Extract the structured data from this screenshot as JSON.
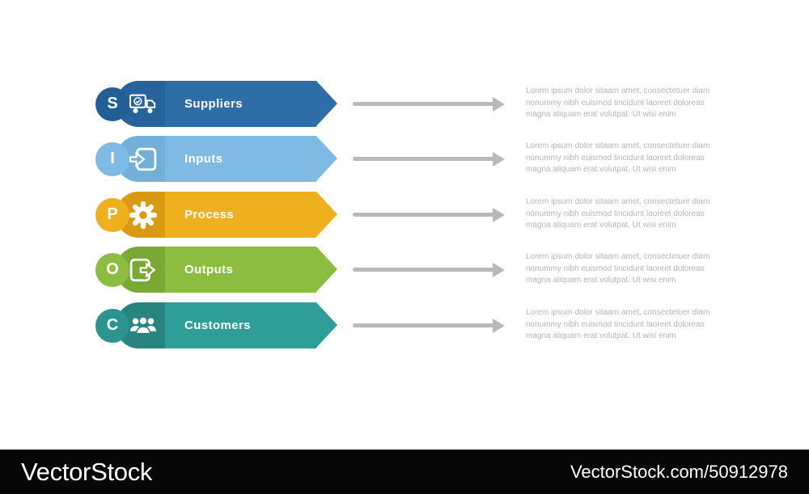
{
  "diagram": {
    "title_semantic": "SIPOC process infographic",
    "connector_color": "#b9b9b9",
    "description_text_color": "#b4b4b4",
    "description": {
      "lines": [
        "Lorem ipsum dolor sitaam amet, consectetuer diam",
        "nonummy  nibh euismod tincidunt laoreet doloreas",
        "magna aliquam erat volutpat. Ut wisi enim"
      ]
    },
    "rows": [
      {
        "letter": "S",
        "label": "Suppliers",
        "icon": "delivery-truck-check-icon",
        "body_color": "#2e6da6",
        "segment_color": "#27629a",
        "circle_color": "#235e94"
      },
      {
        "letter": "I",
        "label": "Inputs",
        "icon": "input-arrow-icon",
        "body_color": "#7fbae4",
        "segment_color": "#72b0da",
        "circle_color": "#7fbae4"
      },
      {
        "letter": "P",
        "label": "Process",
        "icon": "gear-icon",
        "body_color": "#eeb01e",
        "segment_color": "#d89a12",
        "circle_color": "#eeb01e"
      },
      {
        "letter": "O",
        "label": "Outputs",
        "icon": "output-arrow-icon",
        "body_color": "#8cbc40",
        "segment_color": "#7aa834",
        "circle_color": "#8cbc40"
      },
      {
        "letter": "C",
        "label": "Customers",
        "icon": "people-group-icon",
        "body_color": "#2f9d98",
        "segment_color": "#27847e",
        "circle_color": "#2c938e"
      }
    ]
  },
  "watermark": {
    "logo": "VectorStock",
    "credit": "VectorStock.com/50912978",
    "bar_color": "#070707"
  }
}
